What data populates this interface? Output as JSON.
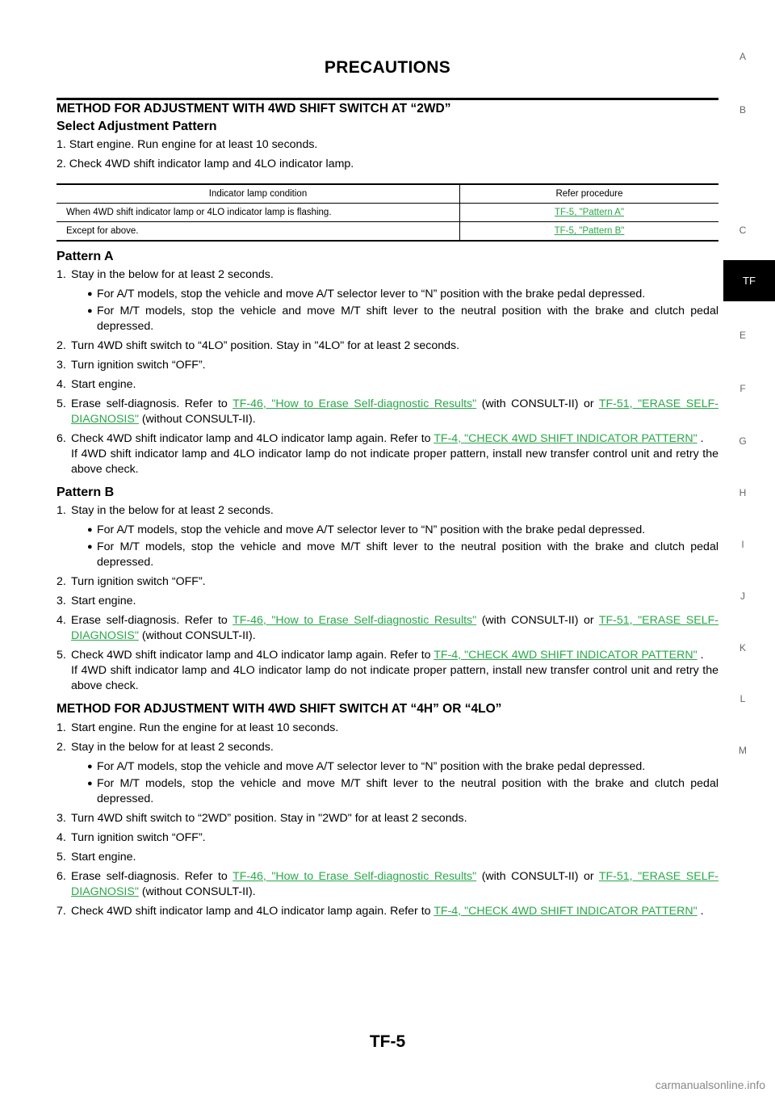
{
  "header": {
    "title": "PRECAUTIONS"
  },
  "side_index": {
    "items": [
      "A",
      "B",
      "C",
      "E",
      "F",
      "G",
      "H",
      "I",
      "J",
      "K",
      "L",
      "M"
    ],
    "active": "TF"
  },
  "section1": {
    "heading": "METHOD FOR ADJUSTMENT WITH 4WD SHIFT SWITCH AT “2WD”",
    "subheading": "Select Adjustment Pattern",
    "steps": [
      "1. Start engine. Run engine for at least 10 seconds.",
      "2. Check 4WD shift indicator lamp and 4LO indicator lamp."
    ],
    "table": {
      "headers": [
        "Indicator lamp condition",
        "Refer procedure"
      ],
      "rows": [
        [
          "When 4WD shift indicator lamp or 4LO indicator lamp is flashing.",
          "TF-5, \"Pattern A\""
        ],
        [
          "Except for above.",
          "TF-5, \"Pattern B\""
        ]
      ]
    }
  },
  "common": {
    "bullet_at": "For A/T models, stop the vehicle and move A/T selector lever to “N” position with the brake pedal depressed.",
    "bullet_mt": "For M/T models, stop the vehicle and move M/T shift lever to the neutral position with the brake and clutch pedal depressed.",
    "erase_prefix": "Erase self-diagnosis. Refer to ",
    "erase_link1": "TF-46, \"How to Erase Self-diagnostic Results\"",
    "erase_mid": " (with CONSULT-II) or ",
    "erase_link2": "TF-51, \"ERASE SELF-DIAGNOSIS\"",
    "erase_suffix": " (without CONSULT-II).",
    "check_prefix": "Check 4WD shift indicator lamp and 4LO indicator lamp again. Refer to ",
    "check_link": "TF-4, \"CHECK 4WD SHIFT INDICATOR PATTERN\"",
    "check_suffix": " .",
    "retry_note": "If 4WD shift indicator lamp and 4LO indicator lamp do not indicate proper pattern, install new transfer control unit and retry the above check."
  },
  "patternA": {
    "heading": "Pattern A",
    "s1": "Stay in the below for at least 2 seconds.",
    "s2": "Turn 4WD shift switch to “4LO” position. Stay in \"4LO\" for at least 2 seconds.",
    "s3": "Turn ignition switch “OFF”.",
    "s4": "Start engine."
  },
  "patternB": {
    "heading": "Pattern B",
    "s1": "Stay in the below for at least 2 seconds.",
    "s2": "Turn ignition switch “OFF”.",
    "s3": "Start engine."
  },
  "section2": {
    "heading": "METHOD FOR ADJUSTMENT WITH 4WD SHIFT SWITCH AT “4H” OR “4LO”",
    "s1": "Start engine. Run the engine for at least 10 seconds.",
    "s2": "Stay in the below for at least 2 seconds.",
    "s3": "Turn 4WD shift switch to “2WD” position. Stay in \"2WD\" for at least 2 seconds.",
    "s4": "Turn ignition switch “OFF”.",
    "s5": "Start engine."
  },
  "footer": {
    "page": "TF-5",
    "watermark": "carmanualsonline.info"
  }
}
